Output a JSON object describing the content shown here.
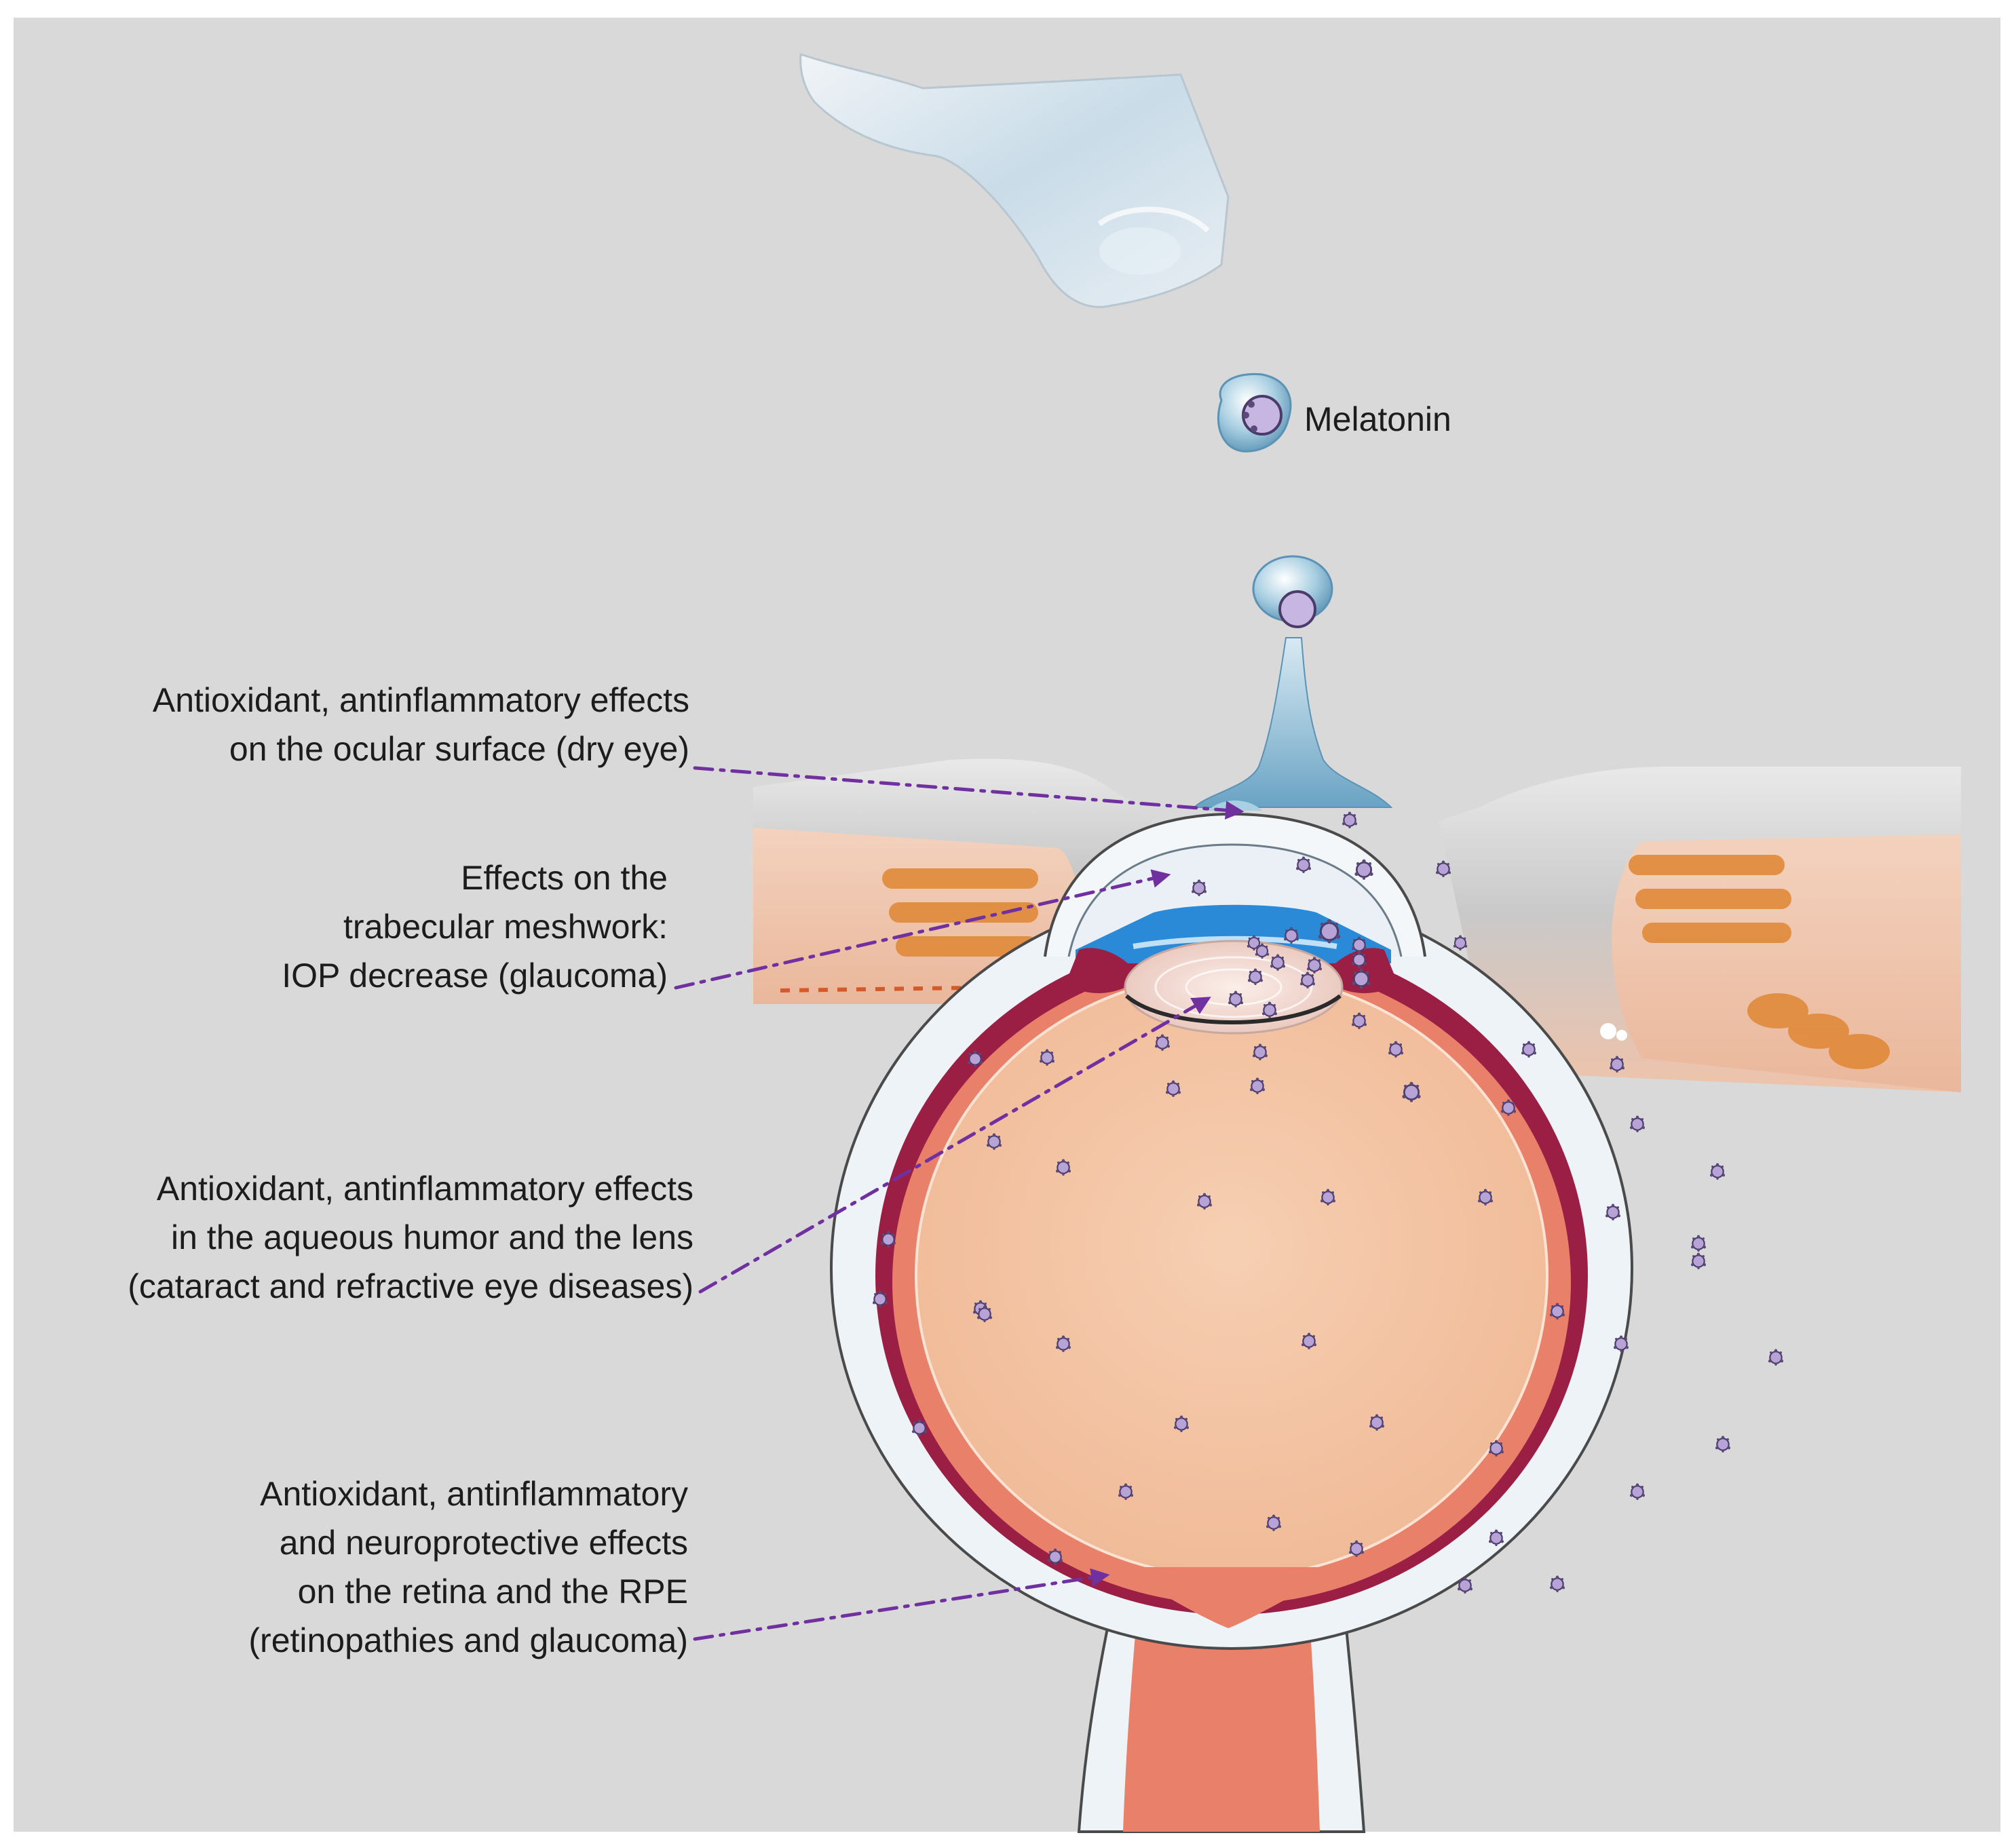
{
  "figure": {
    "melatonin_label": "Melatonin",
    "annotations": [
      {
        "id": "ocular-surface",
        "lines": [
          "Antioxidant, antinflammatory effects",
          "on the ocular surface (dry eye)"
        ]
      },
      {
        "id": "trabecular",
        "lines": [
          "Effects on the",
          "trabecular meshwork:",
          "IOP decrease (glaucoma)"
        ]
      },
      {
        "id": "aqueous-lens",
        "lines": [
          "Antioxidant, antinflammatory effects",
          "in the aqueous humor and the lens",
          "(cataract and refractive eye diseases)"
        ]
      },
      {
        "id": "retina-rpe",
        "lines": [
          "Antioxidant, antinflammatory",
          "and neuroprotective effects",
          "on the retina and the RPE",
          "(retinopathies and glaucoma)"
        ]
      }
    ]
  },
  "colors": {
    "background": "#d9d9d9",
    "arrow": "#7030a0",
    "sclera": "#eef3f8",
    "choroid": "#9b1f45",
    "retina": "#e8806a",
    "vitreous": "#f4c5a4",
    "lens": "#f2d8d0",
    "aqueous": "#2a8ad8",
    "eyelid_skin": "#f0c8b0",
    "melatonin_particle": "#b7a3d6"
  },
  "icons": [
    "dropper-icon",
    "melatonin-molecule-icon",
    "drop-icon",
    "arrow-icon"
  ]
}
